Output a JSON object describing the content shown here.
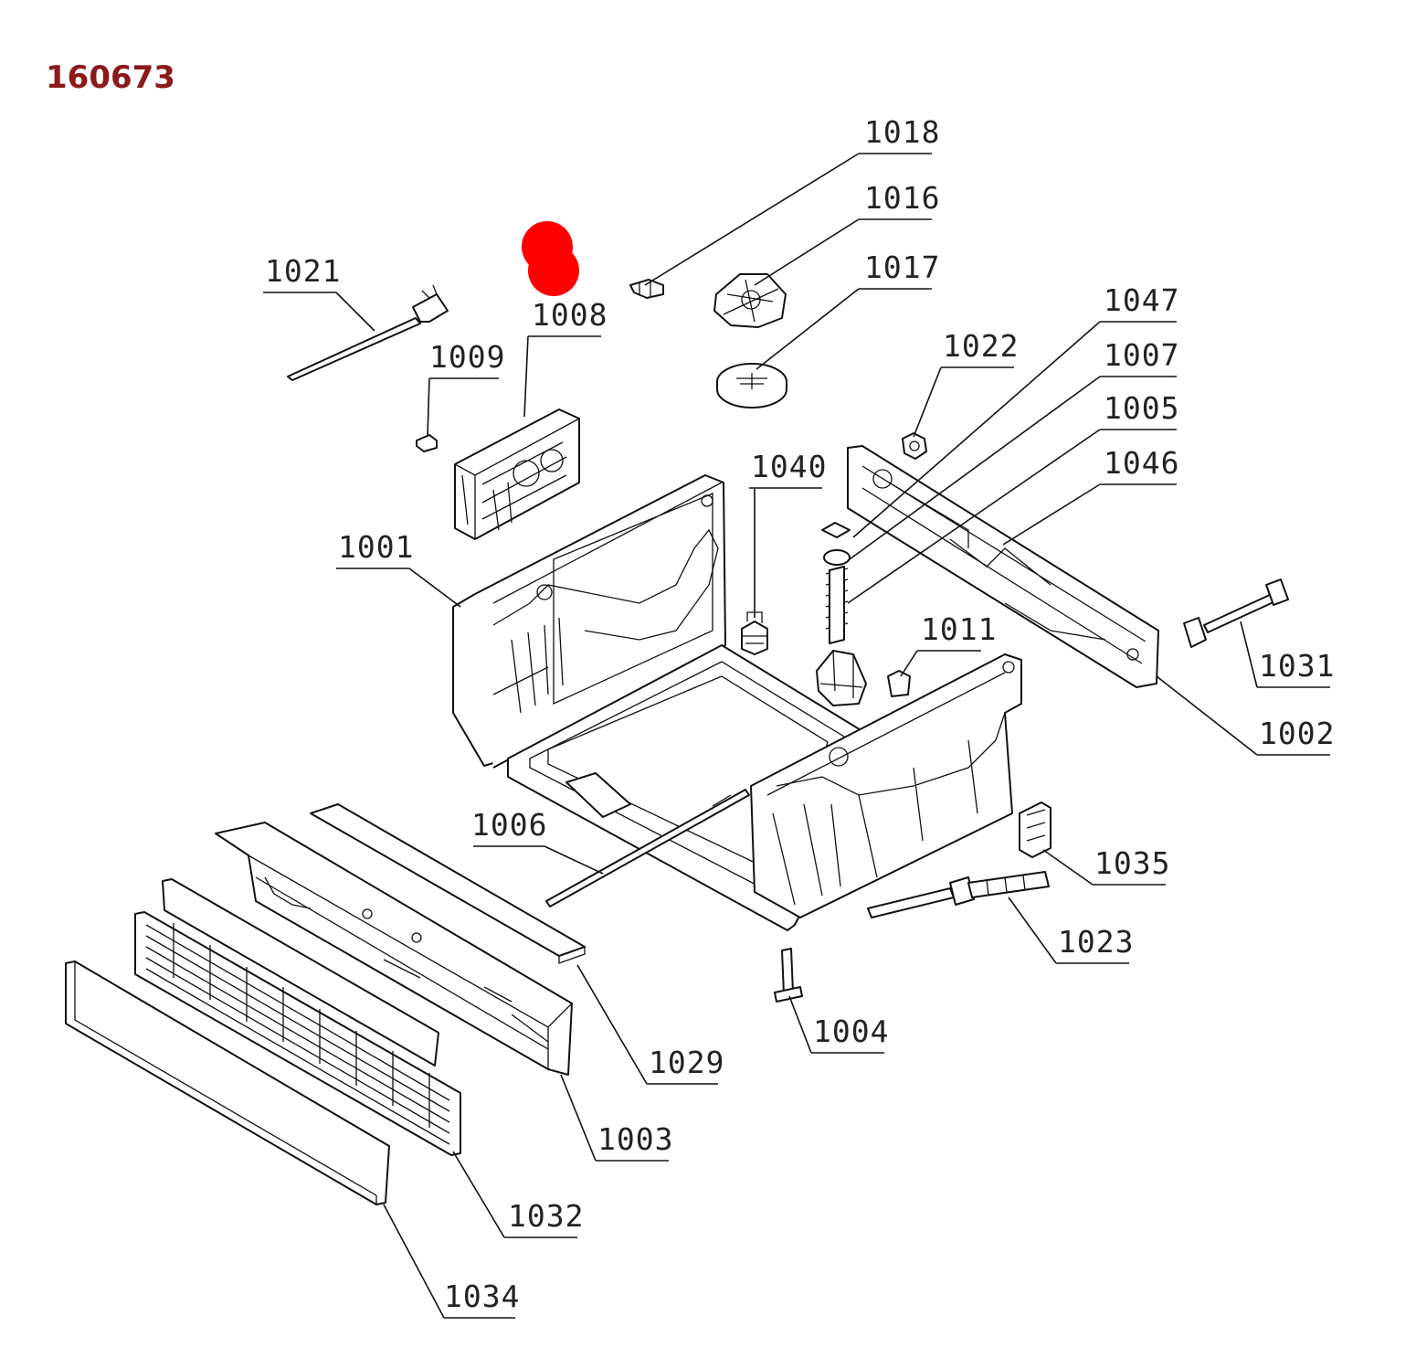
{
  "document": {
    "id": "160673",
    "id_color": "#8b1a1a",
    "marker_color": "#ff0000"
  },
  "callouts": {
    "c1018": "1018",
    "c1016": "1016",
    "c1017": "1017",
    "c1021": "1021",
    "c1008": "1008",
    "c1009": "1009",
    "c1047": "1047",
    "c1022": "1022",
    "c1007": "1007",
    "c1005": "1005",
    "c1046": "1046",
    "c1040": "1040",
    "c1001": "1001",
    "c1011": "1011",
    "c1031": "1031",
    "c1002": "1002",
    "c1006": "1006",
    "c1035": "1035",
    "c1023": "1023",
    "c1004": "1004",
    "c1029": "1029",
    "c1003": "1003",
    "c1032": "1032",
    "c1034": "1034"
  }
}
